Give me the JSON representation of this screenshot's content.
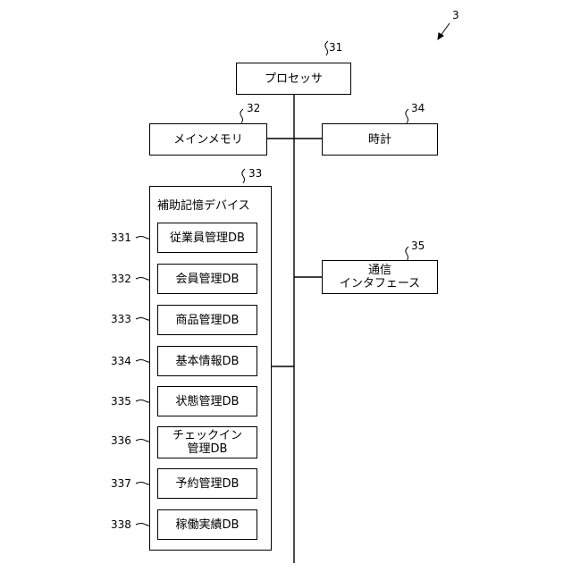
{
  "figure": {
    "ref": "3"
  },
  "processor": {
    "label": "プロセッサ",
    "ref": "31"
  },
  "main_memory": {
    "label": "メインメモリ",
    "ref": "32"
  },
  "clock": {
    "label": "時計",
    "ref": "34"
  },
  "aux_storage": {
    "label": "補助記憶デバイス",
    "ref": "33"
  },
  "comm_interface": {
    "line1": "通信",
    "line2": "インタフェース",
    "ref": "35"
  },
  "databases": [
    {
      "label": "従業員管理DB",
      "ref": "331"
    },
    {
      "label": "会員管理DB",
      "ref": "332"
    },
    {
      "label": "商品管理DB",
      "ref": "333"
    },
    {
      "label": "基本情報DB",
      "ref": "334"
    },
    {
      "label": "状態管理DB",
      "ref": "335"
    },
    {
      "label_line1": "チェックイン",
      "label_line2": "管理DB",
      "ref": "336"
    },
    {
      "label": "予約管理DB",
      "ref": "337"
    },
    {
      "label": "稼働実績DB",
      "ref": "338"
    }
  ]
}
